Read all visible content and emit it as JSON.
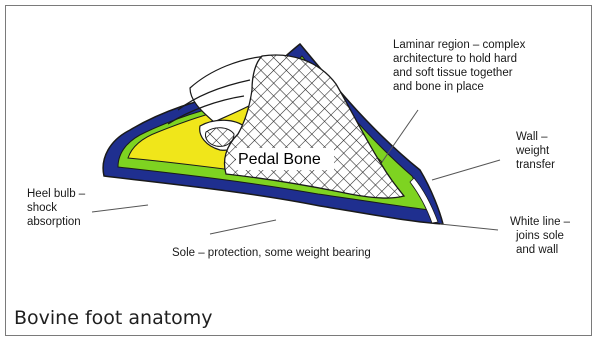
{
  "caption": "Bovine foot anatomy",
  "bone_label": "Pedal Bone",
  "labels": {
    "laminar": [
      "Laminar region – complex",
      "architecture to hold hard",
      "and soft tissue together",
      "and bone in place"
    ],
    "wall": [
      "Wall –",
      "weight",
      "transfer"
    ],
    "heel": [
      "Heel bulb –",
      "shock",
      "absorption"
    ],
    "white_line": [
      "White line –",
      "joins sole",
      "and wall"
    ],
    "sole": [
      "Sole – protection, some weight bearing"
    ]
  },
  "colors": {
    "outer_layer": "#1f2f8f",
    "green_layer": "#7ed321",
    "yellow_layer": "#f0e61a",
    "white_line": "#ffffff",
    "outline": "#1a1a1a"
  }
}
